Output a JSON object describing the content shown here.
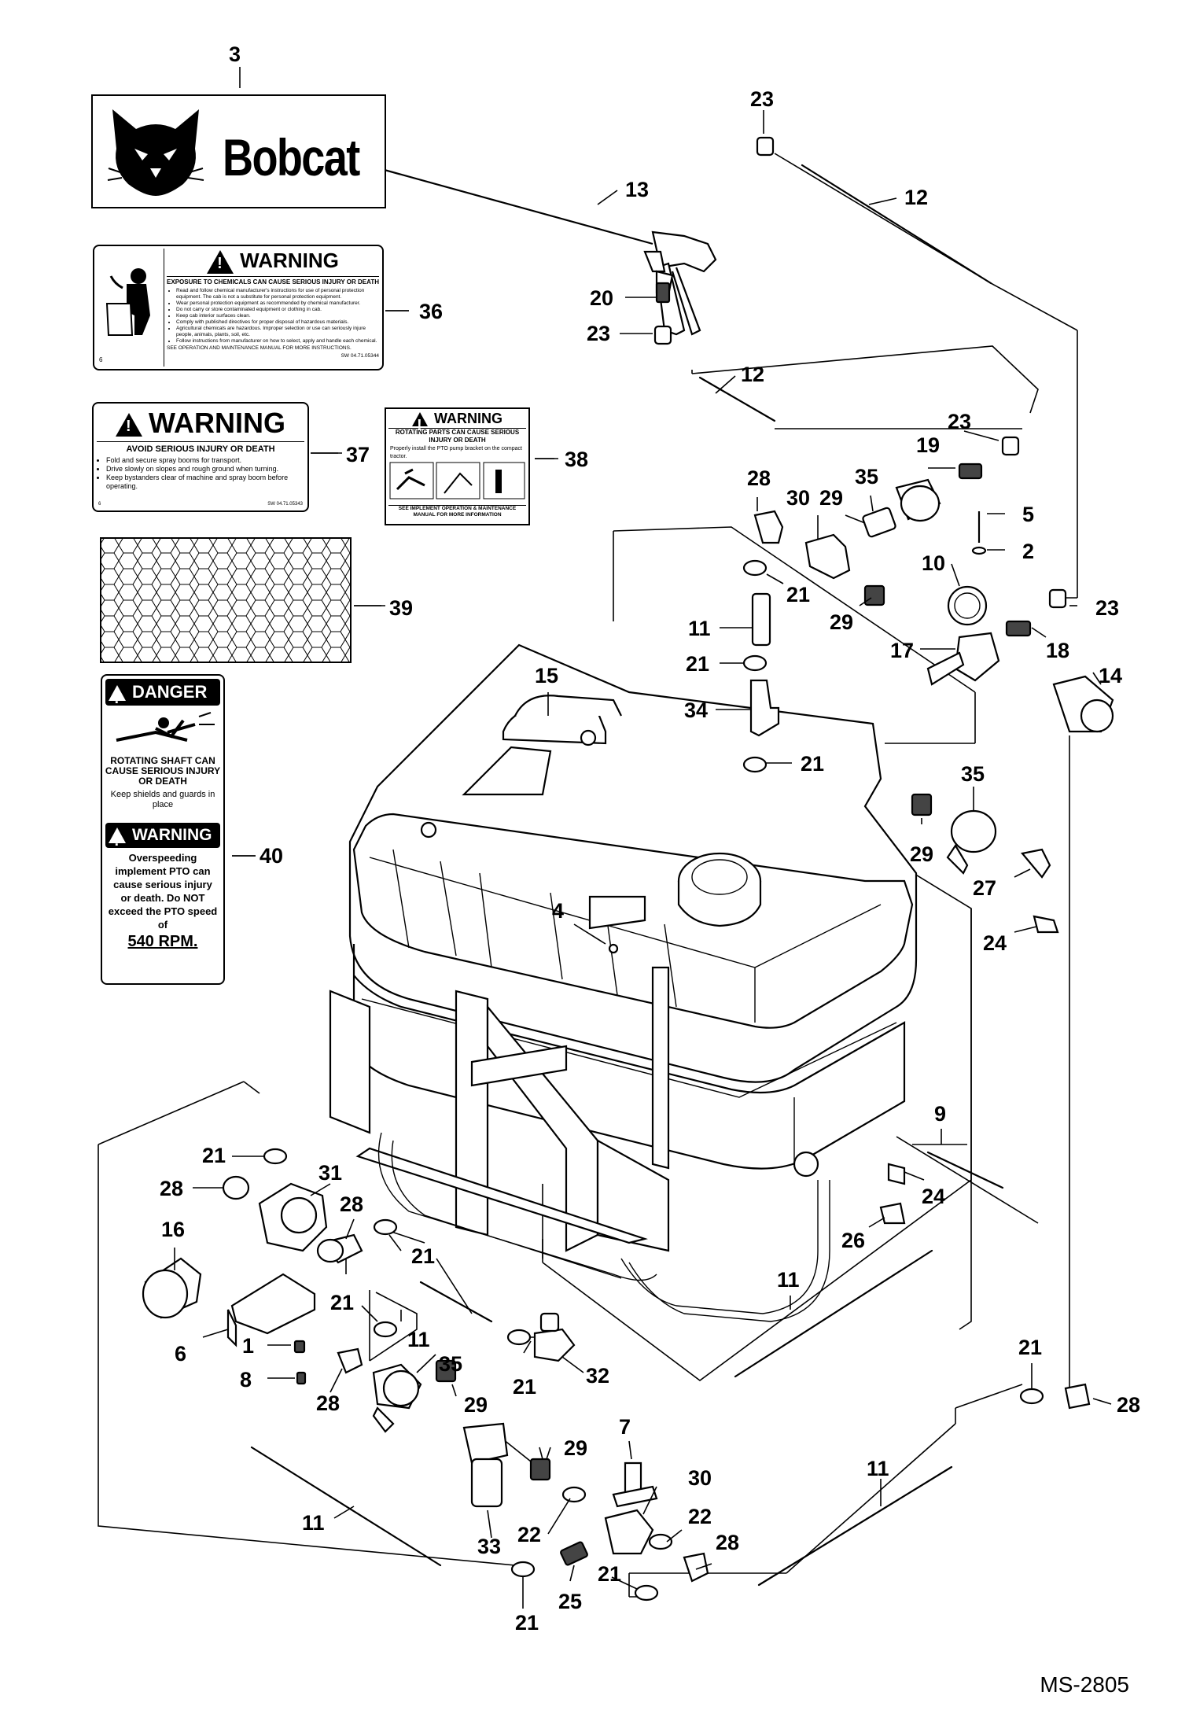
{
  "figure_id": "MS-2805",
  "callouts": [
    "3",
    "23",
    "13",
    "12",
    "20",
    "23",
    "36",
    "12",
    "23",
    "19",
    "37",
    "38",
    "28",
    "35",
    "30",
    "29",
    "5",
    "2",
    "21",
    "10",
    "23",
    "29",
    "39",
    "11",
    "18",
    "17",
    "21",
    "14",
    "15",
    "34",
    "21",
    "35",
    "29",
    "27",
    "40",
    "4",
    "24",
    "9",
    "21",
    "31",
    "28",
    "24",
    "28",
    "16",
    "26",
    "21",
    "11",
    "21",
    "1",
    "11",
    "6",
    "35",
    "21",
    "32",
    "8",
    "28",
    "29",
    "21",
    "28",
    "7",
    "29",
    "30",
    "11",
    "22",
    "22",
    "11",
    "33",
    "21",
    "28",
    "25",
    "21"
  ],
  "decal_bobcat": {
    "brand": "Bobcat"
  },
  "decal_36": {
    "title": "WARNING",
    "heading": "EXPOSURE TO CHEMICALS CAN CAUSE SERIOUS INJURY OR DEATH",
    "bullets": [
      "Read and follow chemical manufacturer's instructions for use of personal protection equipment. The cab is not a substitute for personal protection equipment.",
      "Wear personal protection equipment as recommended by chemical manufacturer.",
      "Do not carry or store contaminated equipment or clothing in cab.",
      "Keep cab interior surfaces clean.",
      "Comply with published directives for proper disposal of hazardous materials.",
      "Agricultural chemicals are hazardous. Improper selection or use can seriously injure people, animals, plants, soil, etc.",
      "Follow instructions from manufacturer on how to select, apply and handle each chemical."
    ],
    "footer": "SEE OPERATION AND MAINTENANCE MANUAL FOR MORE INSTRUCTIONS.",
    "code_left": "6",
    "code_right": "SW 04.71.05344"
  },
  "decal_37": {
    "title": "WARNING",
    "heading": "AVOID SERIOUS INJURY OR DEATH",
    "bullets": [
      "Fold and secure spray booms for transport.",
      "Drive slowly on slopes and rough ground when turning.",
      "Keep bystanders clear of machine and spray boom before operating."
    ],
    "code_left": "6",
    "code_right": "SW 04.71.05343"
  },
  "decal_38": {
    "title": "WARNING",
    "heading": "ROTATING PARTS CAN CAUSE SERIOUS INJURY OR DEATH",
    "bullet": "Properly install the PTO pump bracket on the compact tractor.",
    "footer": "SEE IMPLEMENT OPERATION & MAINTENANCE MANUAL FOR MORE INFORMATION"
  },
  "decal_40": {
    "danger_title": "DANGER",
    "danger_text": "ROTATING SHAFT CAN CAUSE SERIOUS INJURY OR DEATH",
    "danger_sub": "Keep shields and guards in place",
    "warning_title": "WARNING",
    "warning_text": "Overspeeding implement PTO can cause serious injury or death. Do NOT exceed the PTO speed of",
    "rpm": "540 RPM."
  }
}
